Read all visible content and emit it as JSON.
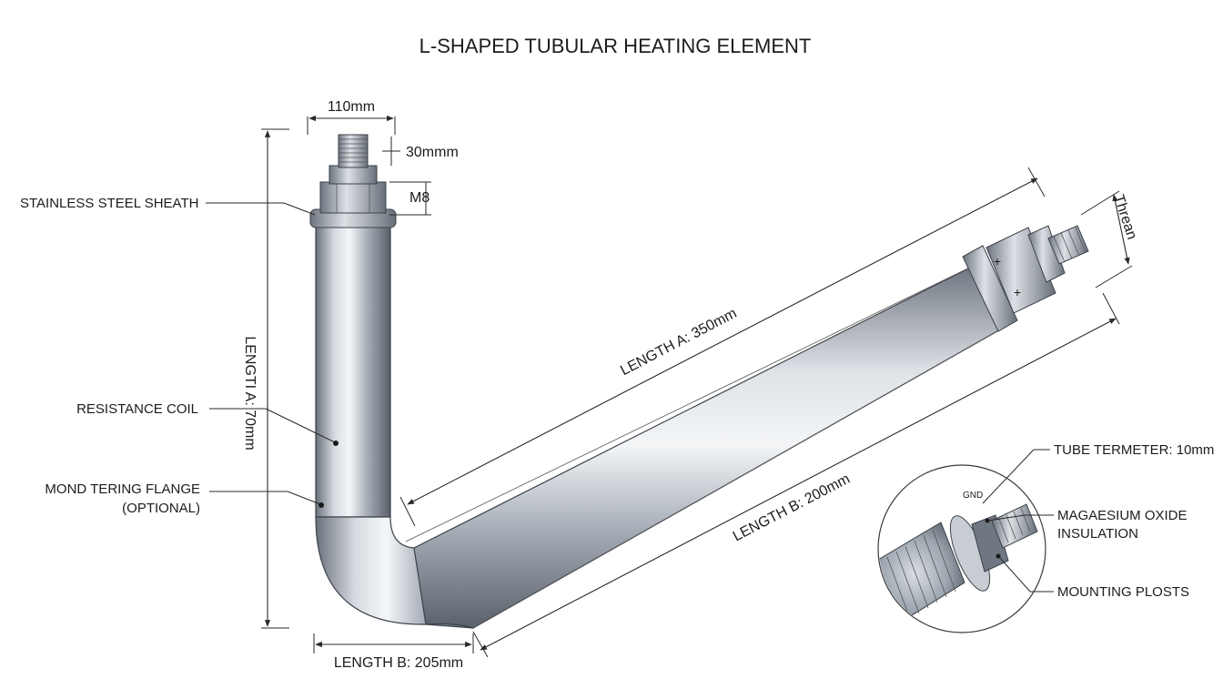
{
  "title": "L-SHAPED TUBULAR HEATING ELEMENT",
  "dimensions": {
    "top_width": "110mm",
    "thread_length": "30mmm",
    "thread_size": "M8",
    "vertical_length": "LENGTI A: 70mm",
    "length_a": "LENGTH A: 350mm",
    "length_b_diagonal": "LENGTH B: 200mm",
    "length_b_bottom": "LENGTH B: 205mm",
    "thread_label": "Threan"
  },
  "callouts": {
    "sheath": "STAINLESS STEEL SHEATH",
    "coil": "RESISTANCE COIL",
    "flange_line1": "MOND TERING FLANGE",
    "flange_line2": "(OPTIONAL)",
    "tube_diameter": "TUBE TERMETER: 10mm",
    "insulation_line1": "MAGAESIUM OXIDE",
    "insulation_line2": "INSULATION",
    "mounting": "MOUNTING PLOSTS",
    "gnd": "GND"
  },
  "colors": {
    "metal_light": "#e6e9ee",
    "metal_mid": "#a9b0ba",
    "metal_dark": "#5f6670",
    "line": "#2a2a2a"
  }
}
